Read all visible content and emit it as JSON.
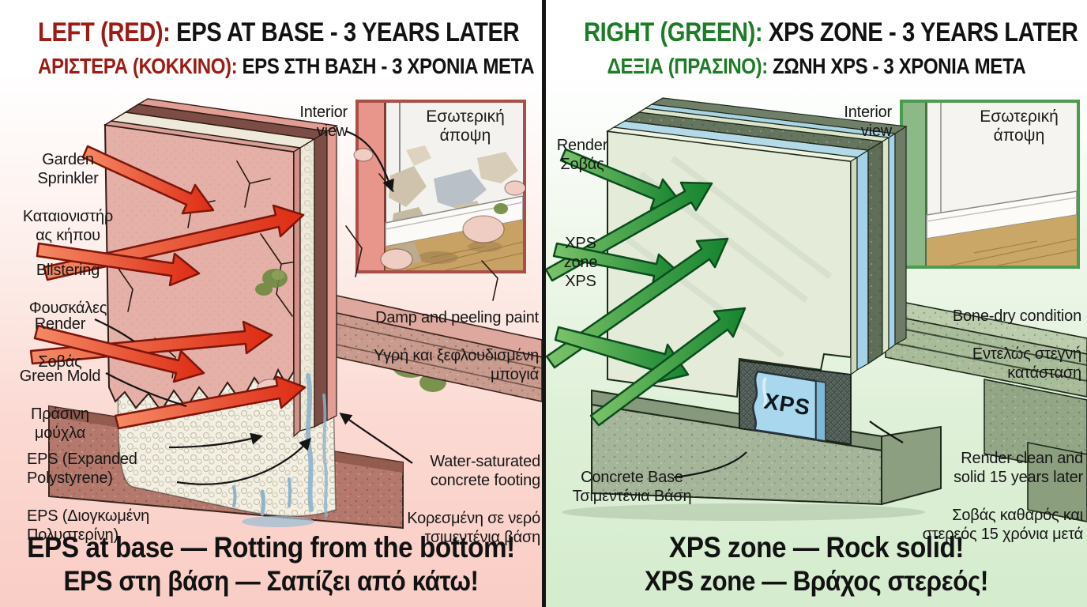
{
  "colors": {
    "red_accent": "#9e1b14",
    "green_accent": "#1c7d26",
    "red_arrow": "#e8402a",
    "green_arrow": "#2c9b3a",
    "left_bg_bottom": "#f9cdc5",
    "right_bg_bottom": "#d5ecce",
    "left_inset_border": "#a85048",
    "right_inset_border": "#4f9a51"
  },
  "left": {
    "title_en": {
      "accent": "LEFT (RED):",
      "rest": " EPS AT BASE - 3 YEARS LATER"
    },
    "title_gr": {
      "accent": "ΑΡΙΣΤΕΡΑ (ΚΟΚΚΙΝΟ):",
      "rest": " EPS ΣΤΗ ΒΑΣΗ - 3 ΧΡΟΝΙΑ ΜΕΤΑ"
    },
    "labels": {
      "garden_sprinkler_en": "Garden\nSprinkler",
      "garden_sprinkler_gr": "Καταιονιστήρ\nας κήπου",
      "blistering_en": "Blistering",
      "blistering_gr": "Φουσκάλες",
      "render_en": "Render",
      "render_gr": "Σοβάς",
      "green_mold_en": "Green Mold",
      "green_mold_gr": "Πράσινη\nμούχλα",
      "eps_en": "EPS (Expanded\nPolystyrene)",
      "eps_gr": "EPS (Διογκωμένη\nΠολυστερίνη)",
      "interior_view": "Interior\nview",
      "inset_title": "Εσωτερική\nάποψη",
      "damp_en": "Damp and peeling paint",
      "damp_gr": "Υγρή και ξεφλουδισμένη\nμπογιά",
      "water_en": "Water-saturated\nconcrete footing",
      "water_gr": "Κορεσμένη σε νερό\nτσιμεντένια βάση"
    },
    "caption_en": "EPS at base — Rotting from the bottom!",
    "caption_gr": "EPS στη βάση — Σαπίζει από κάτω!"
  },
  "right": {
    "title_en": {
      "accent": "RIGHT (GREEN):",
      "rest": " XPS ZONE - 3 YEARS LATER"
    },
    "title_gr": {
      "accent": "ΔΕΞΙΑ (ΠΡΑΣΙΝΟ):",
      "rest": " ΖΩΝΗ XPS - 3 ΧΡΟΝΙΑ ΜΕΤΑ"
    },
    "labels": {
      "render": "Render\nΣοβάς",
      "xps_zone": "XPS\nzone\nXPS",
      "interior_view": "Interior\nview",
      "inset_title": "Εσωτερική\nάποψη",
      "bone_dry_en": "Bone-dry condition",
      "bone_dry_gr": "Εντελώς στεγνή\nκατάσταση",
      "xps_board": "XPS",
      "render_clean_en": "Render clean and\nsolid 15 years later",
      "render_clean_gr": "Σοβάς καθαρός και\nστερεός 15 χρόνια μετά",
      "concrete_base": "Concrete Base\nΤσιμεντένια Βάση"
    },
    "caption_en": "XPS zone — Rock solid!",
    "caption_gr": "XPS zone — Βράχος στερεός!"
  }
}
